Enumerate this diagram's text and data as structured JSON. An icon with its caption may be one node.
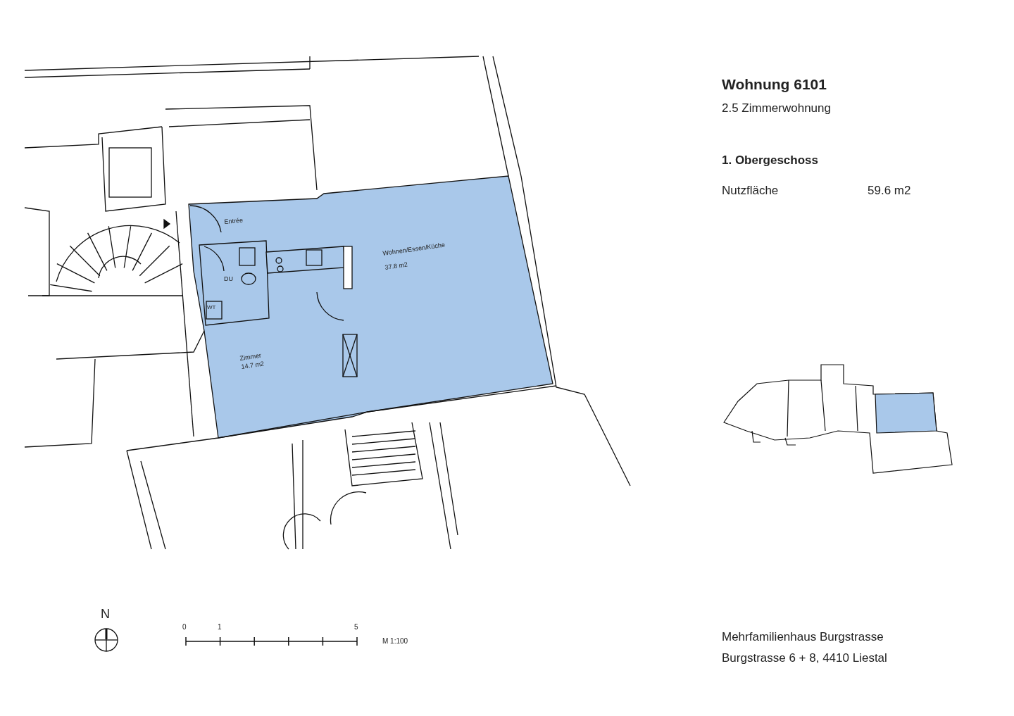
{
  "diagram": {
    "title": "Wohnung 6101",
    "labels": [
      "2.5 Zimmerwohnung",
      "1. Obergeschoss",
      "Nutzfläche",
      "59.6 m2",
      "Entrée",
      "DU",
      "WT",
      "Wohnen/Essen/Küche",
      "37.8 m2",
      "Zimmer",
      "14.7 m2",
      "N",
      "0",
      "1",
      "5",
      "M 1:100",
      "Mehrfamilienhaus Burgstrasse",
      "Burgstrasse 6 + 8, 4410 Liestal"
    ]
  }
}
